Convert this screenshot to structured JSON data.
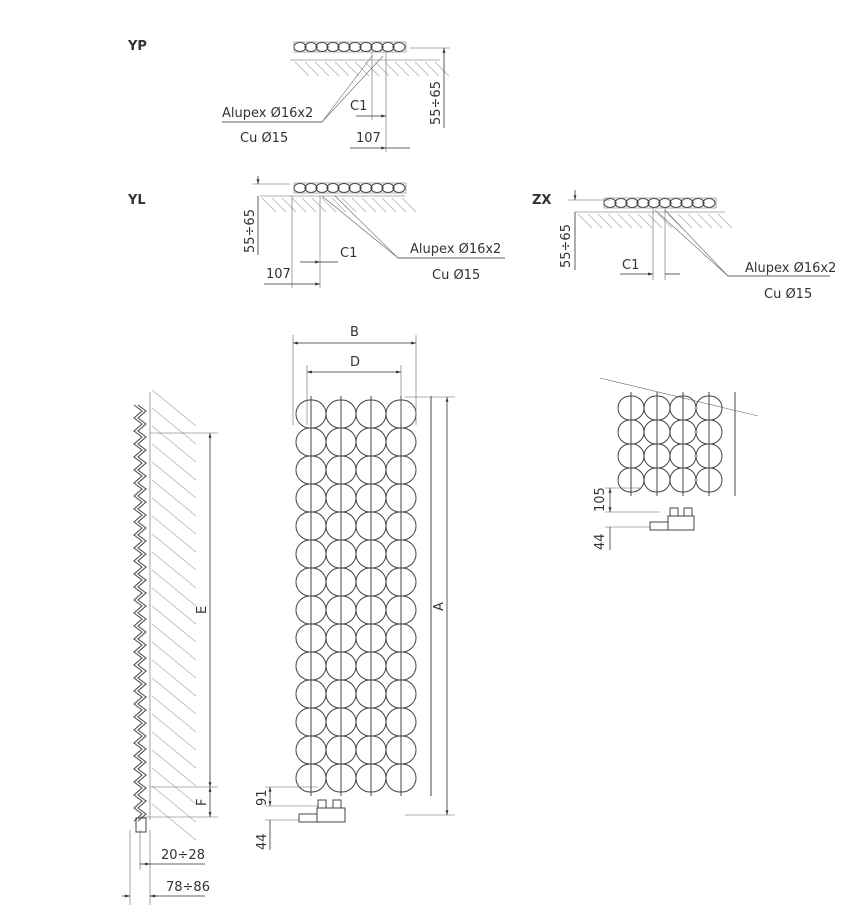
{
  "variants": {
    "yp": {
      "code": "YP",
      "pipe_label_1": "Alupex Ø16x2",
      "pipe_label_2": "Cu Ø15",
      "c1": "C1",
      "offset": "107",
      "depth": "55÷65"
    },
    "yl": {
      "code": "YL",
      "pipe_label_1": "Alupex Ø16x2",
      "pipe_label_2": "Cu Ø15",
      "c1": "C1",
      "offset": "107",
      "depth": "55÷65"
    },
    "zx": {
      "code": "ZX",
      "pipe_label_1": "Alupex Ø16x2",
      "pipe_label_2": "Cu Ø15",
      "c1": "C1",
      "depth": "55÷65"
    }
  },
  "side_view": {
    "e": "E",
    "f": "F",
    "wall_gap": "20÷28",
    "total_depth": "78÷86"
  },
  "front_view": {
    "b": "B",
    "d": "D",
    "a": "A",
    "valve_height": "91",
    "valve_offset": "44"
  },
  "detail_view": {
    "valve_height": "105",
    "valve_offset": "44"
  },
  "colors": {
    "line": "#333333",
    "hatch": "#aaaaaa"
  }
}
